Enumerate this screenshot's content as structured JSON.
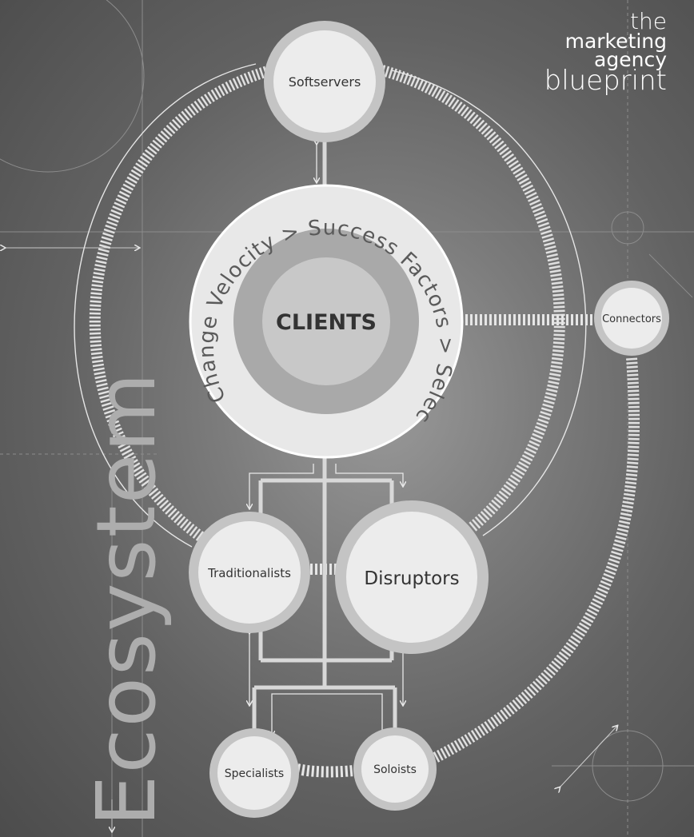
{
  "title": {
    "line1": "the",
    "line2": "marketing",
    "line3": "agency",
    "line4": "blueprint"
  },
  "side_title": "Ecosystem",
  "center": {
    "label": "CLIENTS",
    "ring_text": "Change Velocity  >  Success Factors  >  Selective Consumption  >"
  },
  "nodes": {
    "softservers": "Softservers",
    "connectors": "Connectors",
    "traditionalists": "Traditionalists",
    "disruptors": "Disruptors",
    "specialists": "Specialists",
    "soloists": "Soloists"
  },
  "colors": {
    "background": "#606060",
    "node_fill": "#ececec",
    "node_ring": "#c4c4c4",
    "connector": "#e6e6e6",
    "text_dark": "#333333"
  }
}
